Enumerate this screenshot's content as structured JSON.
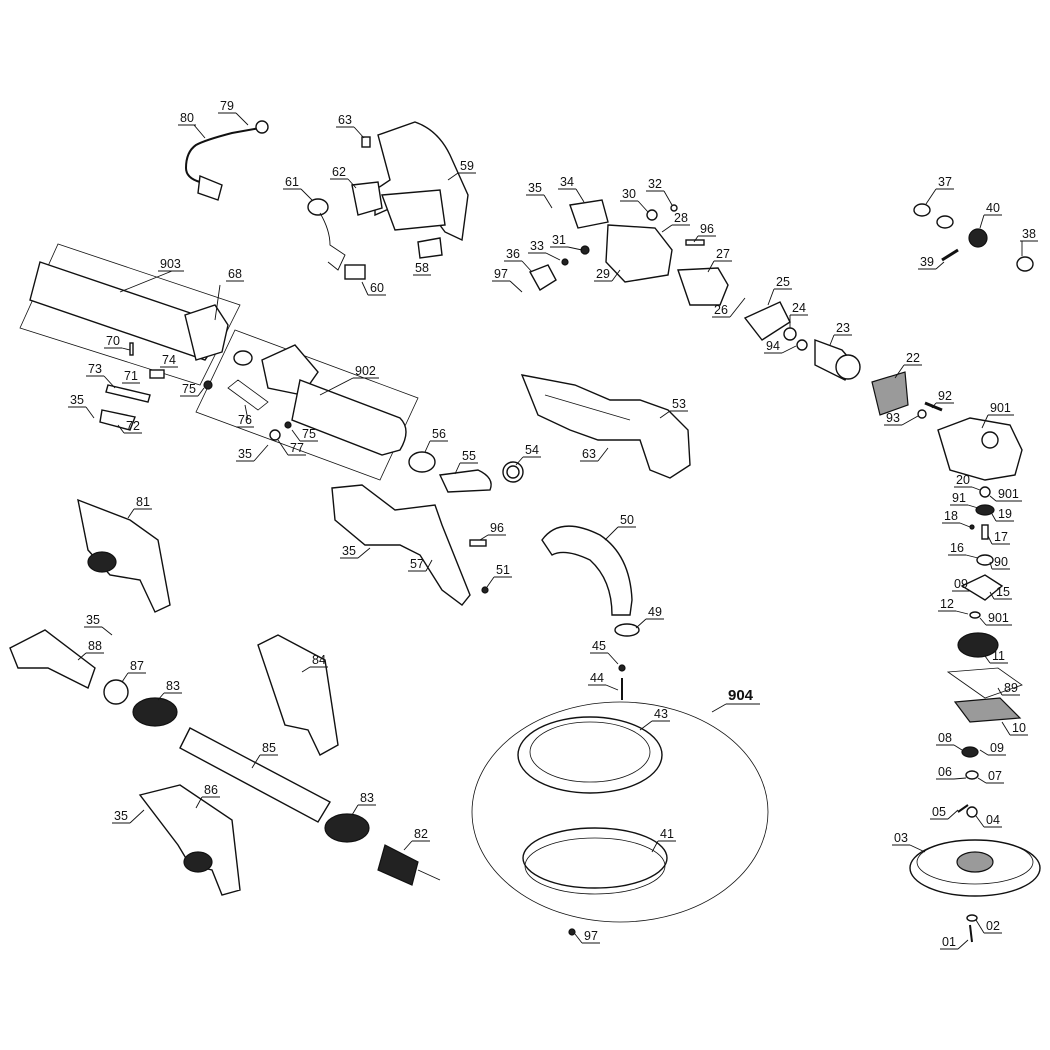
{
  "labels": [
    "80",
    "79",
    "63",
    "59",
    "61",
    "62",
    "58",
    "60",
    "903",
    "68",
    "70",
    "71",
    "74",
    "73",
    "75",
    "72",
    "35",
    "902",
    "76",
    "77",
    "35",
    "75",
    "56",
    "55",
    "54",
    "53",
    "63",
    "34",
    "35",
    "30",
    "32",
    "28",
    "96",
    "33",
    "31",
    "36",
    "97",
    "29",
    "27",
    "26",
    "25",
    "24",
    "94",
    "23",
    "22",
    "37",
    "40",
    "38",
    "39",
    "92",
    "93",
    "901",
    "20",
    "901",
    "91",
    "19",
    "18",
    "17",
    "16",
    "90",
    "09",
    "15",
    "12",
    "901",
    "11",
    "89",
    "10",
    "08",
    "09",
    "06",
    "07",
    "05",
    "04",
    "03",
    "02",
    "01",
    "50",
    "49",
    "45",
    "44",
    "43",
    "904",
    "41",
    "97",
    "96",
    "51",
    "57",
    "35",
    "81",
    "35",
    "88",
    "87",
    "83",
    "84",
    "85",
    "83",
    "82",
    "86",
    "35"
  ]
}
